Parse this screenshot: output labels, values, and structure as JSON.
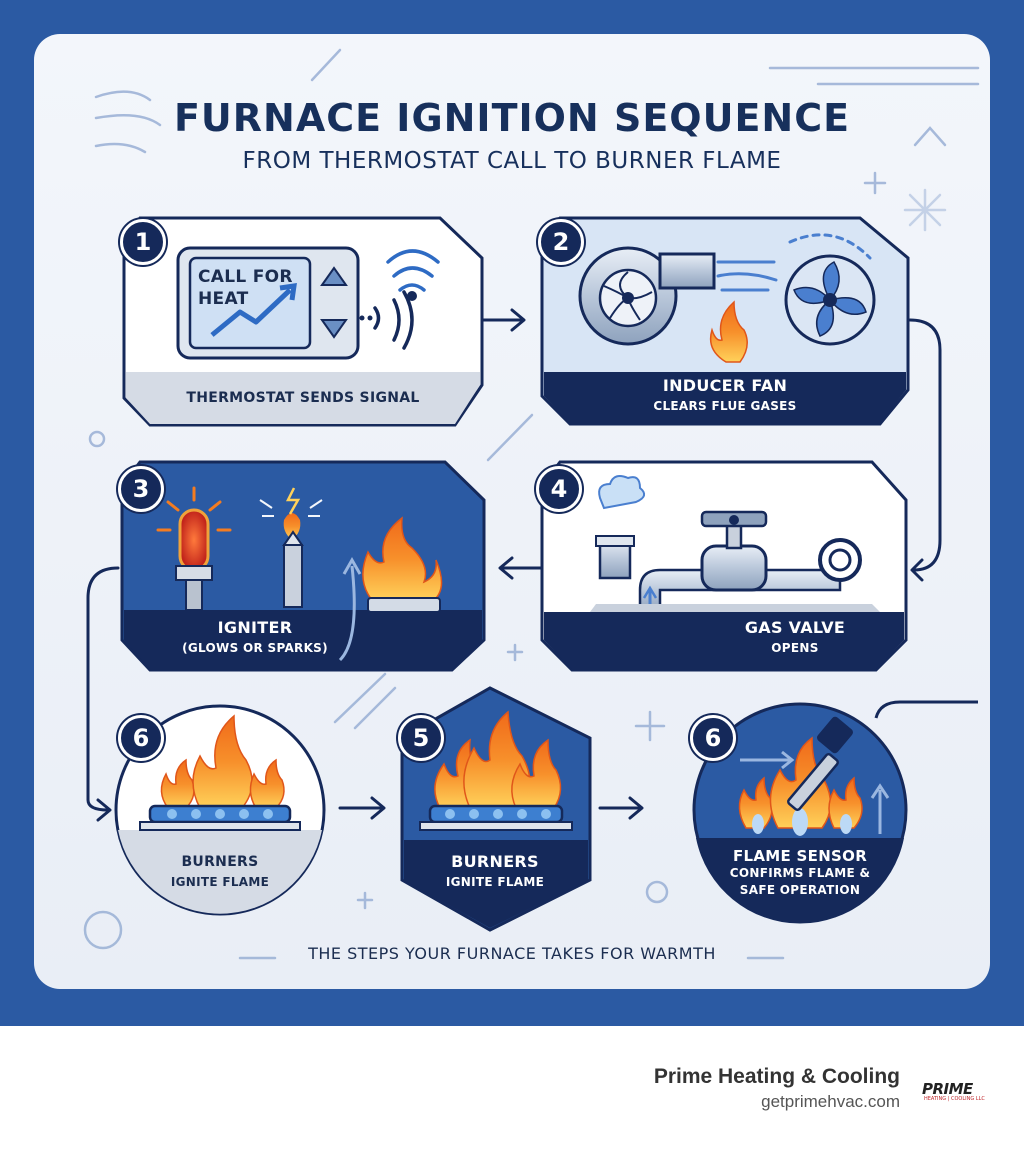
{
  "title": "FURNACE IGNITION SEQUENCE",
  "subtitle": "FROM THERMOSTAT CALL TO BURNER FLAME",
  "steps": [
    {
      "number": "1",
      "screen_text_1": "CALL FOR",
      "screen_text_2": "HEAT",
      "caption": "THERMOSTAT SENDS SIGNAL"
    },
    {
      "number": "2",
      "caption_1": "INDUCER FAN",
      "caption_2": "CLEARS FLUE GASES"
    },
    {
      "number": "3",
      "caption_1": "IGNITER",
      "caption_2": "(GLOWS OR SPARKS)"
    },
    {
      "number": "4",
      "caption_1": "GAS VALVE",
      "caption_2": "OPENS"
    },
    {
      "number": "6",
      "caption_1": "BURNERS",
      "caption_2": "IGNITE FLAME"
    },
    {
      "number": "5",
      "caption_1": "BURNERS",
      "caption_2": "IGNITE FLAME"
    },
    {
      "number": "6",
      "caption_1": "FLAME SENSOR",
      "caption_2": "CONFIRMS FLAME &",
      "caption_3": "SAFE OPERATION"
    }
  ],
  "footer": "THE STEPS YOUR FURNACE TAKES FOR WARMTH",
  "brand": {
    "name": "Prime Heating & Cooling",
    "url": "getprimehvac.com",
    "logo_text": "PRIME",
    "logo_sub": "HEATING | COOLING LLC"
  },
  "colors": {
    "band": "#2b5aa3",
    "navy": "#15295a",
    "flame": "#f47c20",
    "accent": "#3d7fd0"
  }
}
